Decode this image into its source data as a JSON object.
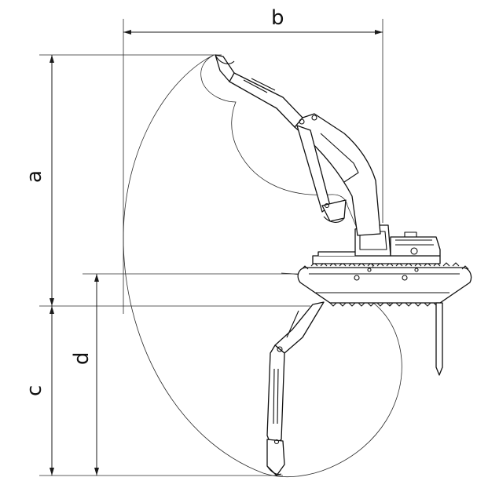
{
  "diagram": {
    "labels": {
      "a": "a",
      "b": "b",
      "c": "c",
      "d": "d"
    },
    "colors": {
      "line": "#1a1a1a",
      "background": "#ffffff"
    }
  }
}
